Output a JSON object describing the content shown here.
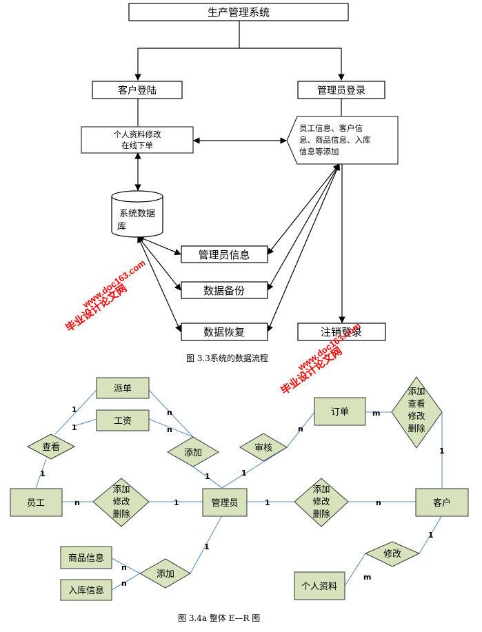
{
  "flow": {
    "top_system": "生产管理系统",
    "customer_login": "客户登陆",
    "admin_login": "管理员登录",
    "personal_actions": [
      "个人资料修改",
      "在线下单"
    ],
    "admin_actions": [
      "员工信息、客户信",
      "息、商品信息、入库",
      "信息等添加"
    ],
    "database": [
      "系统数据",
      "库"
    ],
    "admin_info": "管理员信息",
    "backup": "数据备份",
    "restore": "数据恢复",
    "logout": "注销登录",
    "caption": "图 3.3系统的数据流程"
  },
  "er": {
    "entities": {
      "dispatch": "派单",
      "salary": "工资",
      "order": "订单",
      "employee": "员工",
      "admin": "管理员",
      "customer": "客户",
      "goods": "商品信息",
      "stock": "入库信息",
      "profile": "个人资料"
    },
    "relations": {
      "view": "查看",
      "add_top": "添加",
      "audit": "审核",
      "order_ops": [
        "添加",
        "查看",
        "修改",
        "删除"
      ],
      "emp_ops": [
        "添加",
        "修改",
        "删除"
      ],
      "cust_ops": [
        "添加",
        "修改",
        "删除"
      ],
      "add_bottom": "添加",
      "modify": "修改"
    },
    "cardinalities": {
      "view_dispatch": "1",
      "view_salary": "1",
      "view_employee": "1",
      "dispatch_add": "n",
      "salary_add": "n",
      "add_admin": "1",
      "audit_admin": "1",
      "audit_order": "n",
      "order_ops_order": "m",
      "order_ops_customer": "1",
      "employee_ops": "n",
      "ops_admin": "1",
      "admin_custops": "1",
      "custops_customer": "n",
      "admin_addbottom": "1",
      "goods_add": "n",
      "stock_add": "n",
      "customer_modify": "1",
      "profile_modify": "m"
    },
    "caption": "图 3.4a  整体 E—R 图"
  },
  "watermarks": {
    "site_cn": "毕业设计论文网",
    "site_url": "www.doc163.com"
  },
  "colors": {
    "entity_fill": "#d6e3bc",
    "relation_fill": "#d6e3bc",
    "er_line": "#5b8fd0",
    "flow_line": "#000000",
    "watermark": "#ff0000"
  }
}
